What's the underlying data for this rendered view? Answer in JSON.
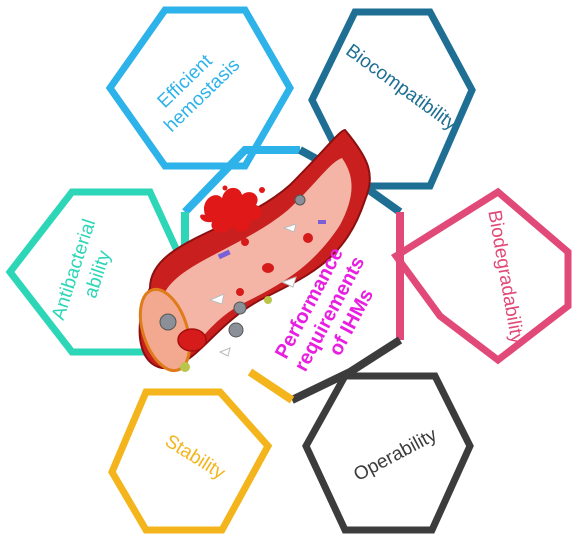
{
  "center": {
    "lines": [
      "Performance",
      "requirements",
      "of IHMs"
    ],
    "color": "#e81fe0"
  },
  "requirements": [
    {
      "id": "hemostasis",
      "lines": [
        "Efficient",
        "hemostasis"
      ],
      "color": "#2db3ea"
    },
    {
      "id": "biocompat",
      "lines": [
        "Biocompatibility"
      ],
      "color": "#1e6f93"
    },
    {
      "id": "biodeg",
      "lines": [
        "Biodegradability"
      ],
      "color": "#e14a78"
    },
    {
      "id": "operability",
      "lines": [
        "Operability"
      ],
      "color": "#3c3c3c"
    },
    {
      "id": "stability",
      "lines": [
        "Stability"
      ],
      "color": "#f3b51b"
    },
    {
      "id": "antibacterial",
      "lines": [
        "Antibacterial",
        "ability"
      ],
      "color": "#2cd6b7"
    }
  ]
}
